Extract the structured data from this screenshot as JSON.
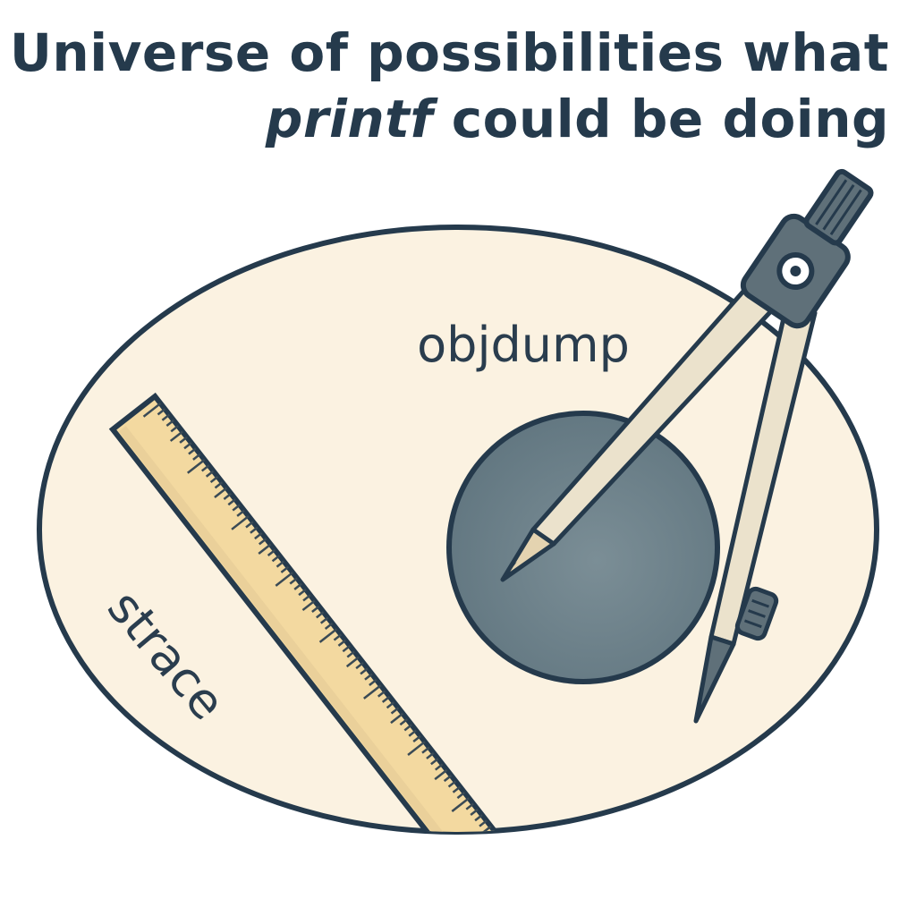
{
  "title": {
    "line1": "Universe of possibilities what",
    "line2_italic": "printf",
    "line2_rest": " could be doing"
  },
  "labels": {
    "objdump": "objdump",
    "strace": "strace"
  },
  "icons": {
    "ruler": "ruler-icon",
    "compass": "compass-icon"
  },
  "colors": {
    "ink": "#253a4c",
    "universe_fill": "#fbf2e1",
    "circle_fill": "#6c7f88",
    "ruler_fill": "#f3d9a0",
    "compass_leg": "#ebe2cc",
    "compass_head": "#5f7079"
  }
}
